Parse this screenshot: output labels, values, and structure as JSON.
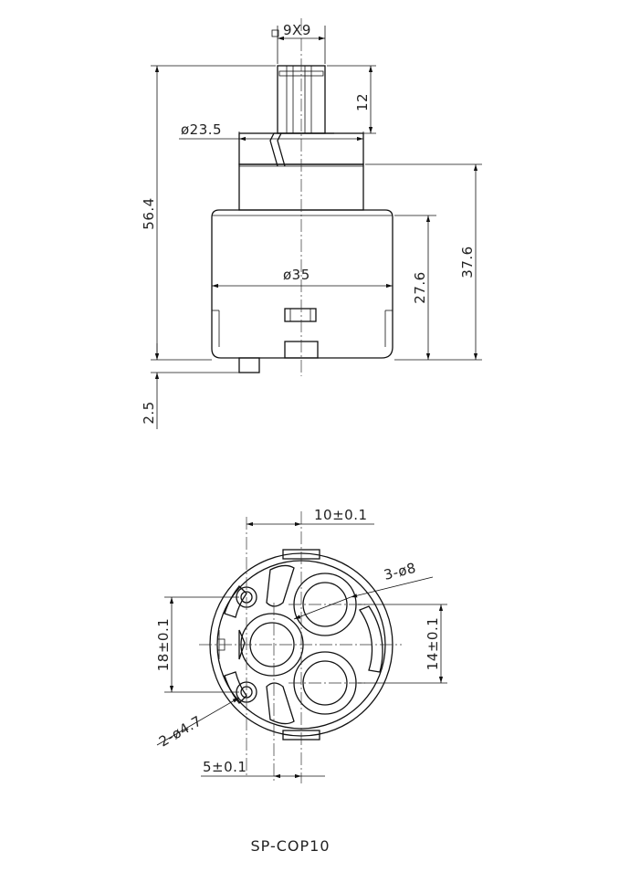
{
  "dimensions": {
    "top_square": "9X9",
    "top_height": "12",
    "shaft_diameter": "ø23.5",
    "overall_height": "56.4",
    "body_height": "37.6",
    "lower_body_height": "27.6",
    "body_diameter": "ø35",
    "base_offset": "2.5",
    "width_offset": "10±0.1",
    "port_holes": "3-ø8",
    "pin_spacing": "18±0.1",
    "port_spacing": "14±0.1",
    "pin_holes": "2-ø4.7",
    "pin_offset": "5±0.1"
  },
  "model": "SP-COP10"
}
